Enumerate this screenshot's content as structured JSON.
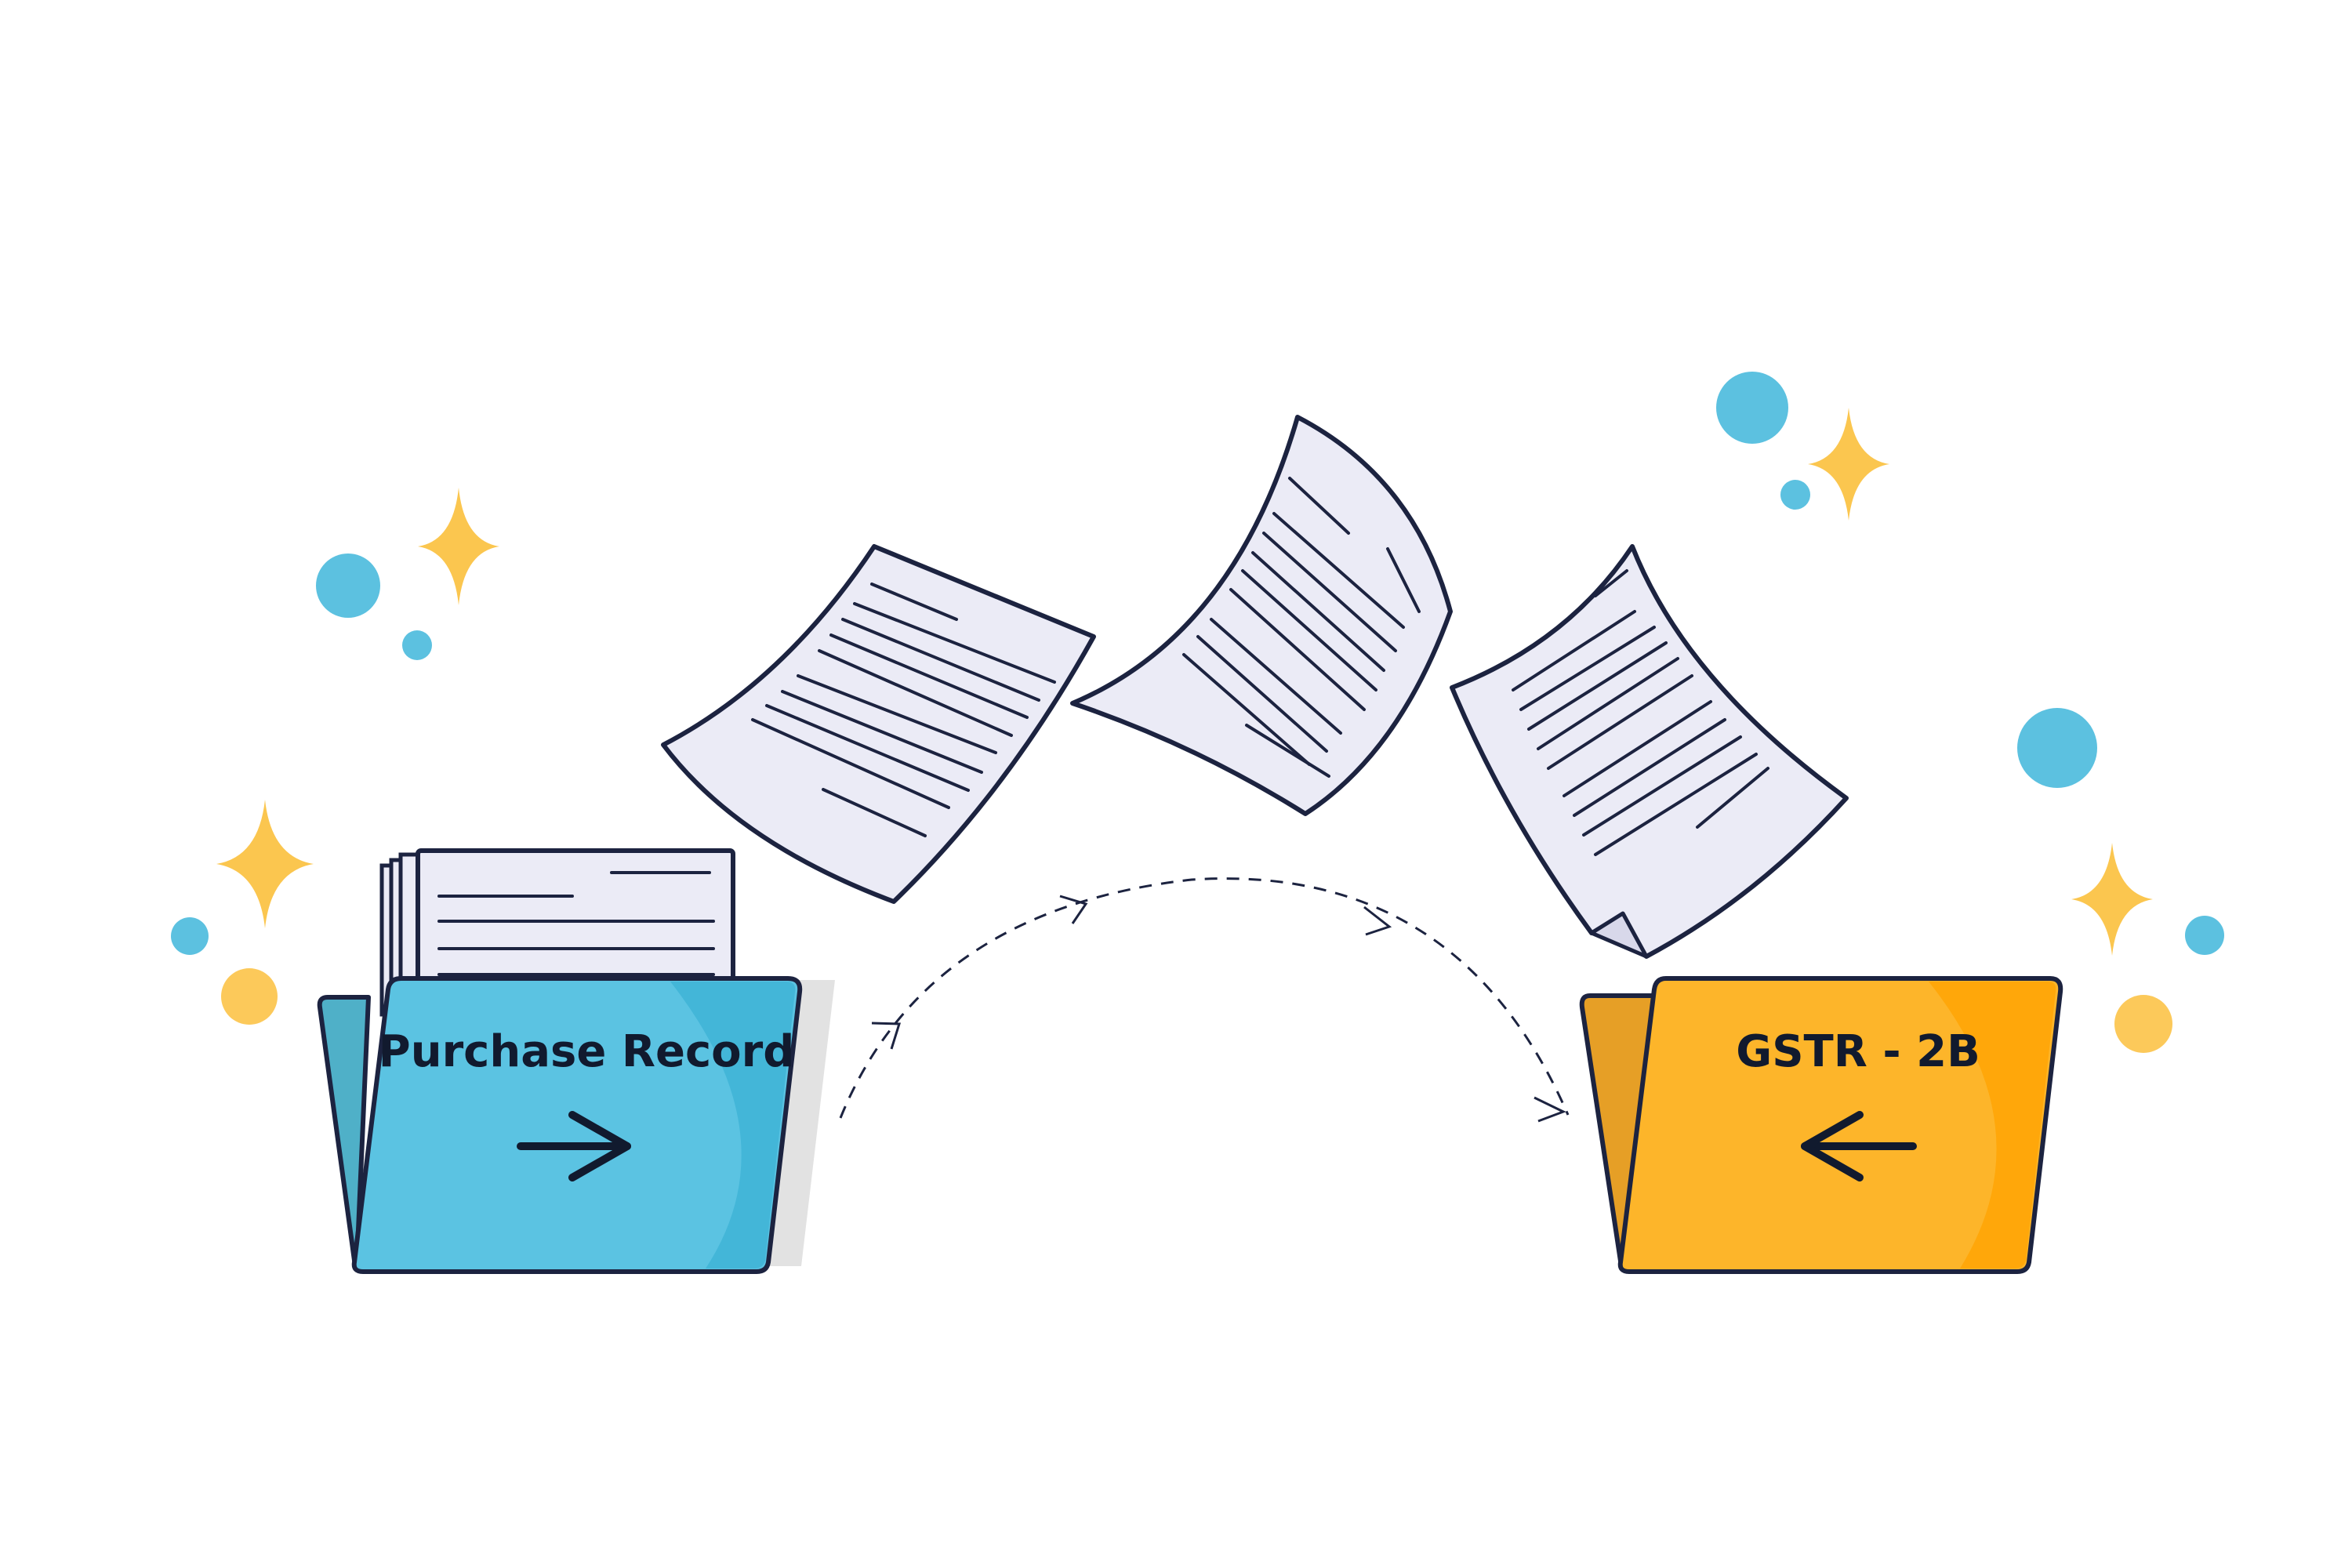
{
  "colors": {
    "background": "#ffffff",
    "outline": "#1c2340",
    "paper": "#ebebf6",
    "blue_folder": "#5bc3e2",
    "blue_folder_back": "#4fb0c8",
    "blue_folder_shade": "#43b6d8",
    "orange_folder": "#fdb52a",
    "orange_folder_back": "#e69f26",
    "orange_folder_shade": "#ffa70a",
    "shadow": "#e2e2e2",
    "sparkle": "#fbc64f",
    "dot_blue": "#5cc1e0",
    "dot_yellow": "#fcc95a"
  },
  "source_folder": {
    "label": "Purchase Record",
    "arrow_icon": "arrow-right-icon"
  },
  "target_folder": {
    "label": "GSTR - 2B",
    "arrow_icon": "arrow-left-icon"
  },
  "flow": {
    "connector": "dashed-arc-arrow",
    "moving_items": [
      "document-icon",
      "document-icon",
      "document-icon"
    ]
  },
  "decorations": {
    "sparkle_icon": "four-point-star-icon",
    "dot_icon": "circle-dot-icon"
  }
}
